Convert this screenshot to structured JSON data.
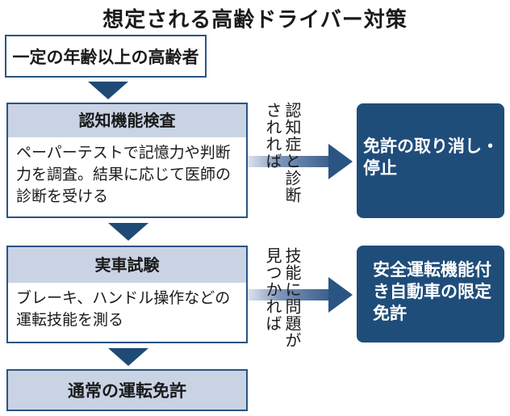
{
  "title": "想定される高齢ドライバー対策",
  "colors": {
    "primary": "#1f4d7a",
    "border": "#2a5482",
    "header_fill": "#c9d3e4"
  },
  "steps": [
    {
      "label": "一定の年齢以上の高齢者"
    },
    {
      "label": "認知機能検査",
      "description": "ペーパーテストで記憶力や判断力を調査。結果に応じて医師の診断を受ける"
    },
    {
      "label": "実車試験",
      "description": "ブレーキ、ハンドル操作などの運転技能を測る"
    },
    {
      "label": "通常の運転免許"
    }
  ],
  "branches": [
    {
      "condition": "認知症と診断されれば",
      "condition_col1": "認知症と診断",
      "condition_col2": "されれば",
      "outcome": "免許の取り消し・停止"
    },
    {
      "condition": "技能に問題が見つかれば",
      "condition_col1": "技能に問題が",
      "condition_col2": "見つかれば",
      "outcome": "安全運転機能付き自動車の限定免許"
    }
  ]
}
